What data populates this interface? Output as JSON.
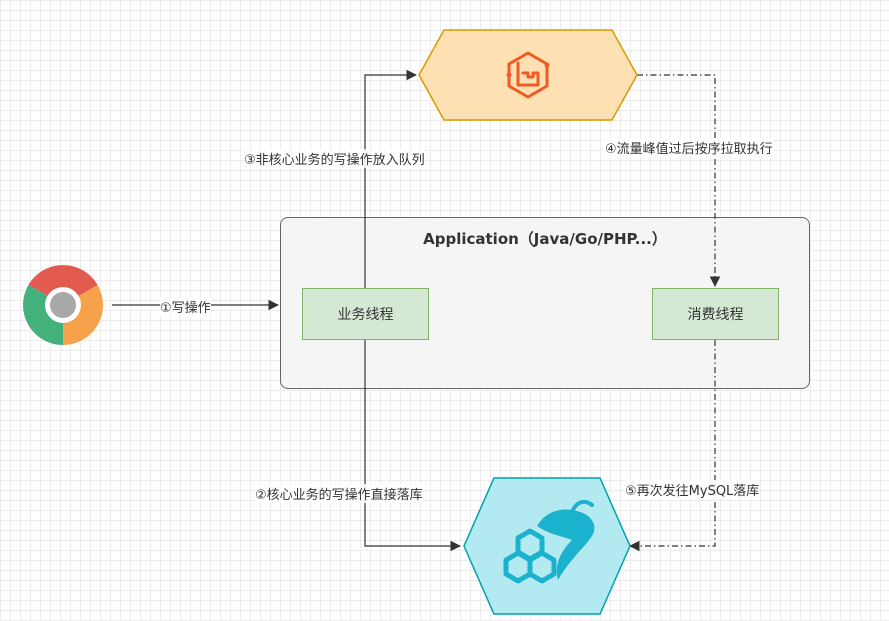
{
  "application": {
    "title": "Application（Java/Go/PHP...）",
    "biz_thread": "业务线程",
    "consumer_thread": "消费线程"
  },
  "edges": {
    "step1": "①写操作",
    "step2": "②核心业务的写操作直接落库",
    "step3": "③非核心业务的写操作放入队列",
    "step4": "④流量峰值过后按序拉取执行",
    "step5": "⑤再次发往MySQL落库"
  },
  "colors": {
    "queue_fill": "#ffe0b2",
    "queue_stroke": "#d79b00",
    "queue_icon": "#f05a24",
    "db_fill": "#b3e9f1",
    "db_stroke": "#00a0b0",
    "db_icon": "#1ab2cd",
    "thread_fill": "#d5e8d4",
    "thread_stroke": "#82b366"
  },
  "icons": {
    "browser": "chrome-icon",
    "queue": "message-queue-icon",
    "database": "mysql-dolphin-icon"
  }
}
